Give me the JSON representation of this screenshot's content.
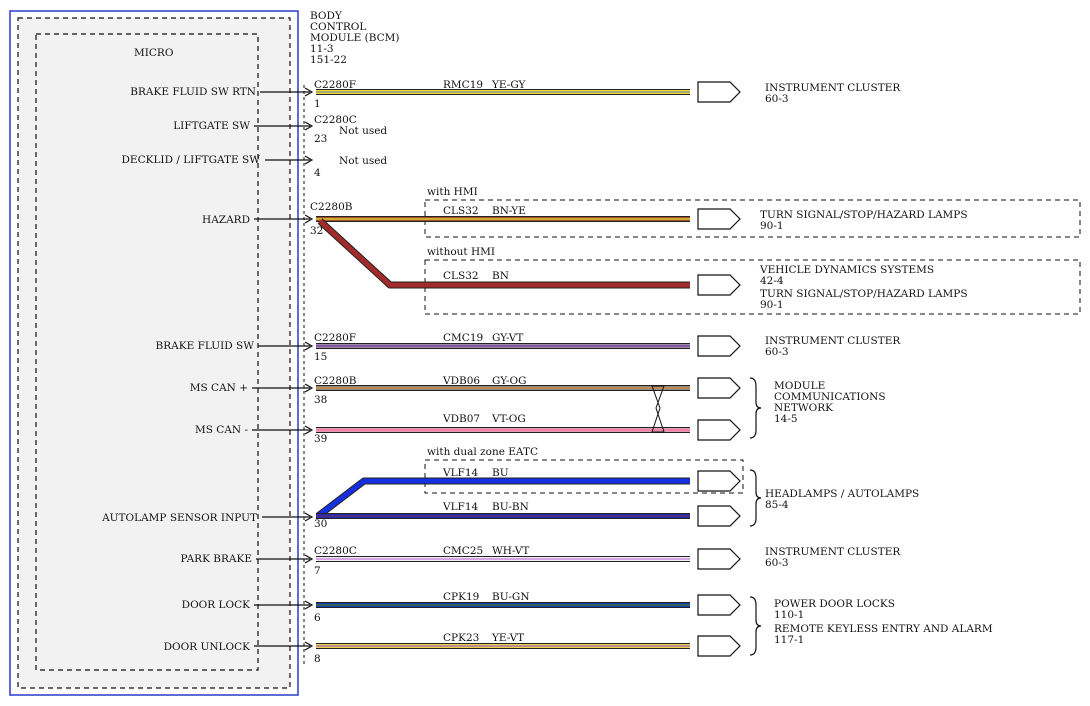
{
  "module": {
    "name": [
      "BODY",
      "CONTROL",
      "MODULE (BCM)"
    ],
    "refs": [
      "11-3",
      "151-22"
    ]
  },
  "micro_label": "MICRO",
  "pins": {
    "brake_fluid_sw_rtn": {
      "label": "BRAKE FLUID SW RTN",
      "connector": "C2280F",
      "pin": "1"
    },
    "liftgate_sw": {
      "label": "LIFTGATE SW",
      "connector": "C2280C",
      "pin": "23",
      "note": "Not used"
    },
    "decklid_liftgate_sw": {
      "label": "DECKLID / LIFTGATE SW",
      "pin": "4",
      "note": "Not used"
    },
    "hazard": {
      "label": "HAZARD",
      "connector": "C2280B",
      "pin": "32"
    },
    "brake_fluid_sw": {
      "label": "BRAKE FLUID SW",
      "connector": "C2280F",
      "pin": "15"
    },
    "ms_can_plus": {
      "label": "MS CAN +",
      "connector": "C2280B",
      "pin": "38"
    },
    "ms_can_minus": {
      "label": "MS CAN -",
      "pin": "39"
    },
    "autolamp": {
      "label": "AUTOLAMP SENSOR INPUT",
      "pin": "30"
    },
    "park_brake": {
      "label": "PARK BRAKE",
      "connector": "C2280C",
      "pin": "7"
    },
    "door_lock": {
      "label": "DOOR LOCK",
      "pin": "6"
    },
    "door_unlock": {
      "label": "DOOR UNLOCK",
      "pin": "8"
    }
  },
  "options": {
    "with_hmi": "with HMI",
    "without_hmi": "without HMI",
    "dual_zone": "with dual zone EATC"
  },
  "circuits": {
    "rmc19": {
      "circuit": "RMC19",
      "color": "YE-GY",
      "main": "#e6dc3c",
      "stripe": "#8a8a8a"
    },
    "cls32_hmi": {
      "circuit": "CLS32",
      "color": "BN-YE",
      "main": "#a0522d",
      "stripe": "#f0dc30"
    },
    "cls32": {
      "circuit": "CLS32",
      "color": "BN",
      "main": "#a32a2a"
    },
    "cmc19": {
      "circuit": "CMC19",
      "color": "GY-VT",
      "main": "#9a8aa8",
      "stripe": "#7a3aa0"
    },
    "vdb06": {
      "circuit": "VDB06",
      "color": "GY-OG",
      "main": "#8a8a8a",
      "stripe": "#e08a2a"
    },
    "vdb07": {
      "circuit": "VDB07",
      "color": "VT-OG",
      "main": "#e89ab8",
      "stripe": "#f07a9a"
    },
    "vlf14_bu": {
      "circuit": "VLF14",
      "color": "BU",
      "main": "#1530e0"
    },
    "vlf14_bubn": {
      "circuit": "VLF14",
      "color": "BU-BN",
      "main": "#2a2ab0",
      "stripe": "#5a2a70"
    },
    "cmc25": {
      "circuit": "CMC25",
      "color": "WH-VT",
      "main": "#f6eef6",
      "stripe": "#c07ad8"
    },
    "cpk19": {
      "circuit": "CPK19",
      "color": "BU-GN",
      "main": "#1a3aa8",
      "stripe": "#3a7a3a"
    },
    "cpk23": {
      "circuit": "CPK23",
      "color": "YE-VT",
      "main": "#ecd050",
      "stripe": "#a06ab0"
    }
  },
  "destinations": {
    "ic1": {
      "name": "INSTRUMENT CLUSTER",
      "ref": "60-3"
    },
    "turn_hmi": {
      "name": "TURN SIGNAL/STOP/HAZARD LAMPS",
      "ref": "90-1"
    },
    "vds": {
      "name": "VEHICLE DYNAMICS SYSTEMS",
      "ref": "42-4"
    },
    "turn": {
      "name": "TURN SIGNAL/STOP/HAZARD LAMPS",
      "ref": "90-1"
    },
    "ic2": {
      "name": "INSTRUMENT CLUSTER",
      "ref": "60-3"
    },
    "mcn": {
      "name": [
        "MODULE",
        "COMMUNICATIONS",
        "NETWORK"
      ],
      "ref": "14-5"
    },
    "headlamps": {
      "name": "HEADLAMPS / AUTOLAMPS",
      "ref": "85-4"
    },
    "ic3": {
      "name": "INSTRUMENT CLUSTER",
      "ref": "60-3"
    },
    "pdl": {
      "name": "POWER DOOR LOCKS",
      "ref": "110-1"
    },
    "rke": {
      "name": "REMOTE KEYLESS ENTRY AND ALARM",
      "ref": "117-1"
    }
  }
}
